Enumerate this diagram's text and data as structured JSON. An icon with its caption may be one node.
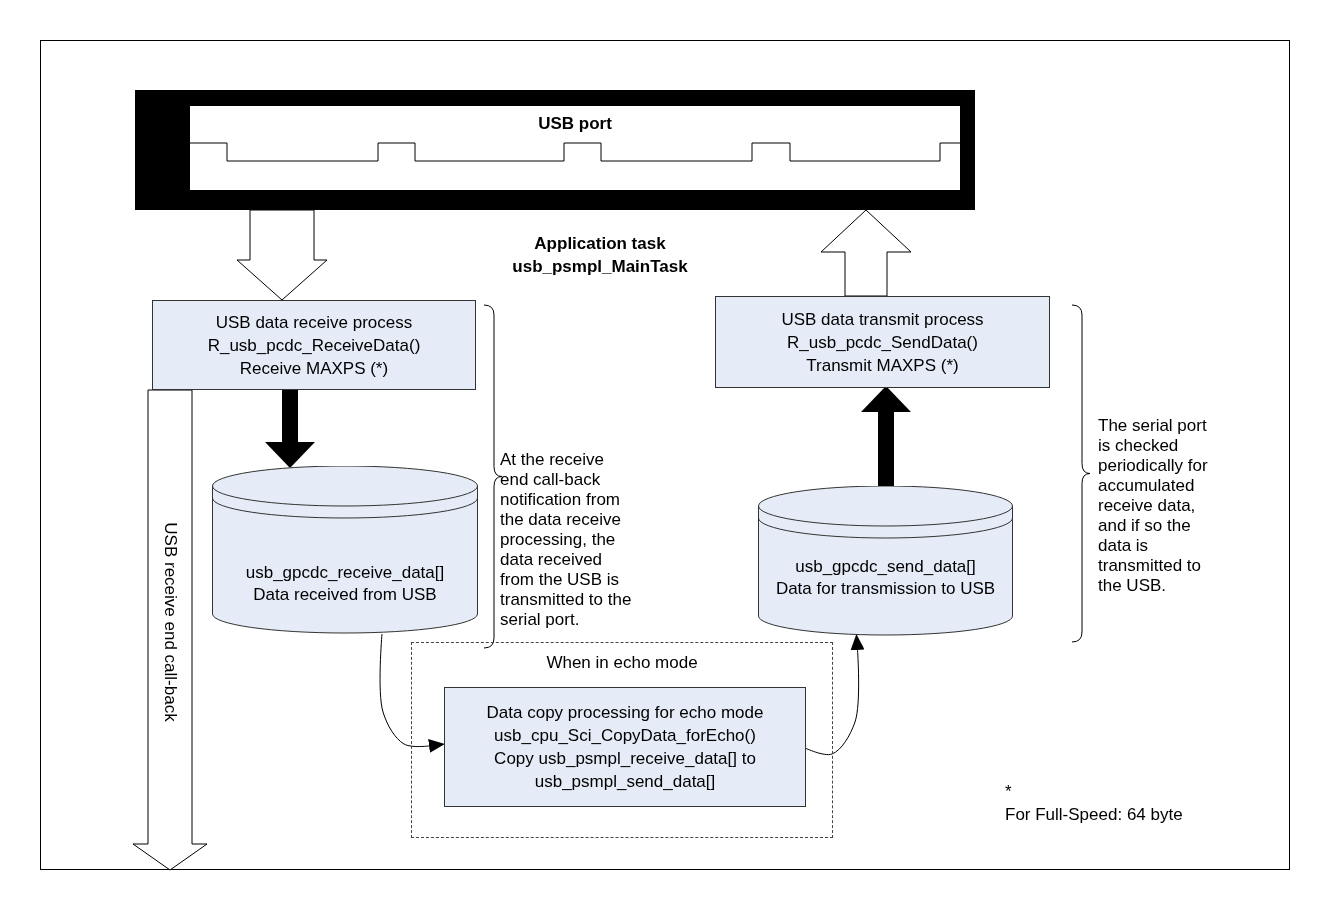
{
  "diagram": {
    "nodes": [
      {
        "text": [
          "USB port"
        ]
      },
      {
        "text": [
          "USB data receive process",
          "R_usb_pcdc_ReceiveData()",
          "Receive MAXPS (*)"
        ]
      },
      {
        "text": [
          "usb_gpcdc_receive_data[]",
          "Data received from USB"
        ]
      },
      {
        "text": [
          "When in echo mode"
        ]
      },
      {
        "text": [
          "Data copy processing for echo mode",
          "usb_cpu_Sci_CopyData_forEcho()",
          "Copy usb_psmpl_receive_data[]  to usb_psmpl_send_data[]"
        ],
        "in": 3
      },
      {
        "text": [
          "usb_gpcdc_send_data[]",
          "Data for transmission to USB"
        ]
      },
      {
        "text": [
          "USB data transmit process",
          "R_usb_pcdc_SendData()",
          "Transmit MAXPS (*)"
        ]
      }
    ],
    "edges": [
      {
        "from": 0,
        "to": 1,
        "arrow": "to"
      },
      {
        "from": 6,
        "to": 0,
        "arrow": "to"
      },
      {
        "from": 1,
        "to": null,
        "arrow": "to",
        "label": "USB receive end call-back"
      },
      {
        "from": 1,
        "to": 2,
        "arrow": "to",
        "style": "thick"
      },
      {
        "from": 2,
        "to": 4,
        "arrow": "to"
      },
      {
        "from": 4,
        "to": 5,
        "arrow": "to"
      },
      {
        "from": 5,
        "to": 6,
        "arrow": "to",
        "style": "thick"
      }
    ],
    "labels": [
      "Application task usb_psmpl_MainTask",
      "At the receive end call-back notification from the data receive processing, the data received from the USB is transmitted to the serial port.",
      "The serial port is checked periodically for accumulated receive data, and if so the data is transmitted to the USB.",
      "*",
      "For Full-Speed: 64 byte"
    ]
  }
}
